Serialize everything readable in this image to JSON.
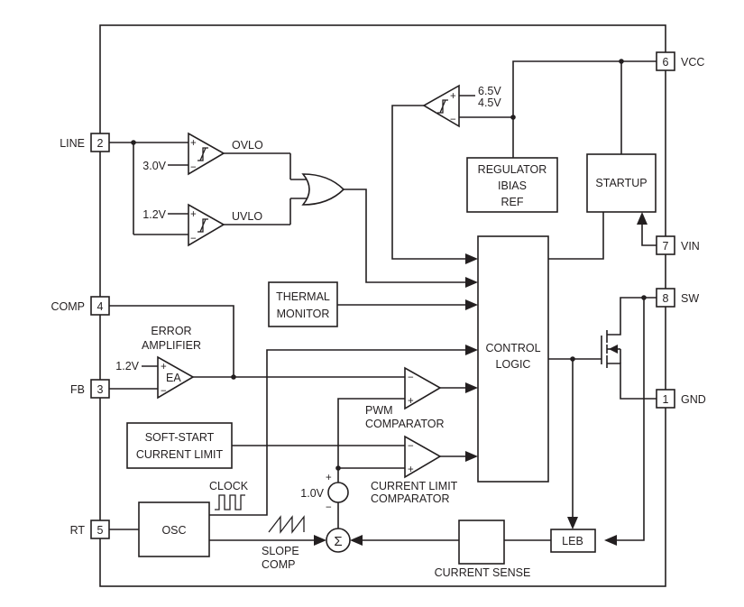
{
  "pins": {
    "line": {
      "name": "LINE",
      "num": "2"
    },
    "comp": {
      "name": "COMP",
      "num": "4"
    },
    "fb": {
      "name": "FB",
      "num": "3"
    },
    "rt": {
      "name": "RT",
      "num": "5"
    },
    "vcc": {
      "name": "VCC",
      "num": "6"
    },
    "vin": {
      "name": "VIN",
      "num": "7"
    },
    "sw": {
      "name": "SW",
      "num": "8"
    },
    "gnd": {
      "name": "GND",
      "num": "1"
    }
  },
  "blocks": {
    "regulator": [
      "REGULATOR",
      "IBIAS",
      "REF"
    ],
    "startup": "STARTUP",
    "thermal": [
      "THERMAL",
      "MONITOR"
    ],
    "control": [
      "CONTROL",
      "LOGIC"
    ],
    "softstart": [
      "SOFT-START",
      "CURRENT LIMIT"
    ],
    "osc": "OSC",
    "leb": "LEB",
    "current_sense": "CURRENT SENSE"
  },
  "labels": {
    "ovlo": "OVLO",
    "uvlo": "UVLO",
    "v30": "3.0V",
    "v12_uvlo": "1.2V",
    "v65": "6.5V",
    "v45": "4.5V",
    "error_amp": [
      "ERROR",
      "AMPLIFIER"
    ],
    "v12_ea": "1.2V",
    "ea": "EA",
    "pwm_comp": [
      "PWM",
      "COMPARATOR"
    ],
    "cl_comp": [
      "CURRENT LIMIT",
      "COMPARATOR"
    ],
    "v10": "1.0V",
    "clock": "CLOCK",
    "slope": [
      "SLOPE",
      "COMP"
    ],
    "sigma": "Σ",
    "plus": "+",
    "minus": "−"
  }
}
